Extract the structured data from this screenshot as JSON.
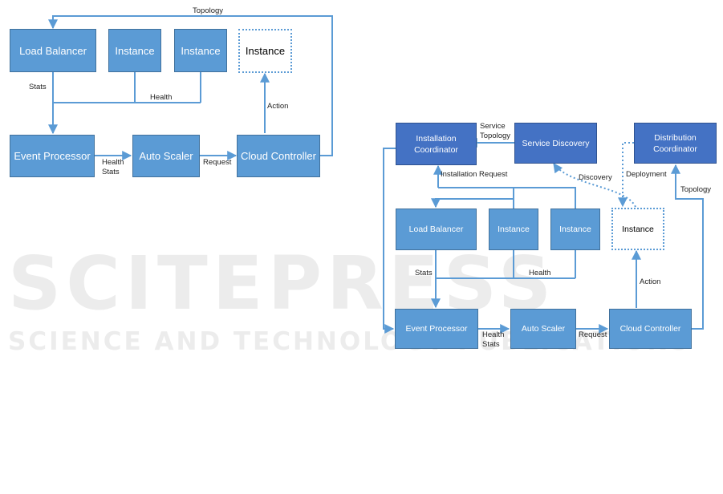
{
  "watermark": {
    "main": "SCITEPRESS",
    "sub": "SCIENCE AND TECHNOLOGY PUBLICATIONS"
  },
  "left_diagram": {
    "load_balancer": "Load Balancer",
    "instance_1": "Instance",
    "instance_2": "Instance",
    "instance_new": "Instance",
    "event_processor": "Event Processor",
    "auto_scaler": "Auto Scaler",
    "cloud_controller": "Cloud Controller",
    "labels": {
      "topology": "Topology",
      "stats": "Stats",
      "health": "Health",
      "action": "Action",
      "health_stats_1": "Health",
      "health_stats_2": "Stats",
      "request": "Request"
    }
  },
  "right_diagram": {
    "installation_coordinator_1": "Installation",
    "installation_coordinator_2": "Coordinator",
    "service_discovery": "Service Discovery",
    "distribution_coordinator_1": "Distribution",
    "distribution_coordinator_2": "Coordinator",
    "load_balancer": "Load Balancer",
    "instance_1": "Instance",
    "instance_2": "Instance",
    "instance_new": "Instance",
    "event_processor": "Event Processor",
    "auto_scaler": "Auto Scaler",
    "cloud_controller": "Cloud Controller",
    "labels": {
      "service_topology_1": "Service",
      "service_topology_2": "Topology",
      "installation_request": "Installation Request",
      "discovery": "Discovery",
      "deployment": "Deployment",
      "topology": "Topology",
      "stats": "Stats",
      "health": "Health",
      "action": "Action",
      "health_stats_1": "Health",
      "health_stats_2": "Stats",
      "request": "Request"
    }
  }
}
